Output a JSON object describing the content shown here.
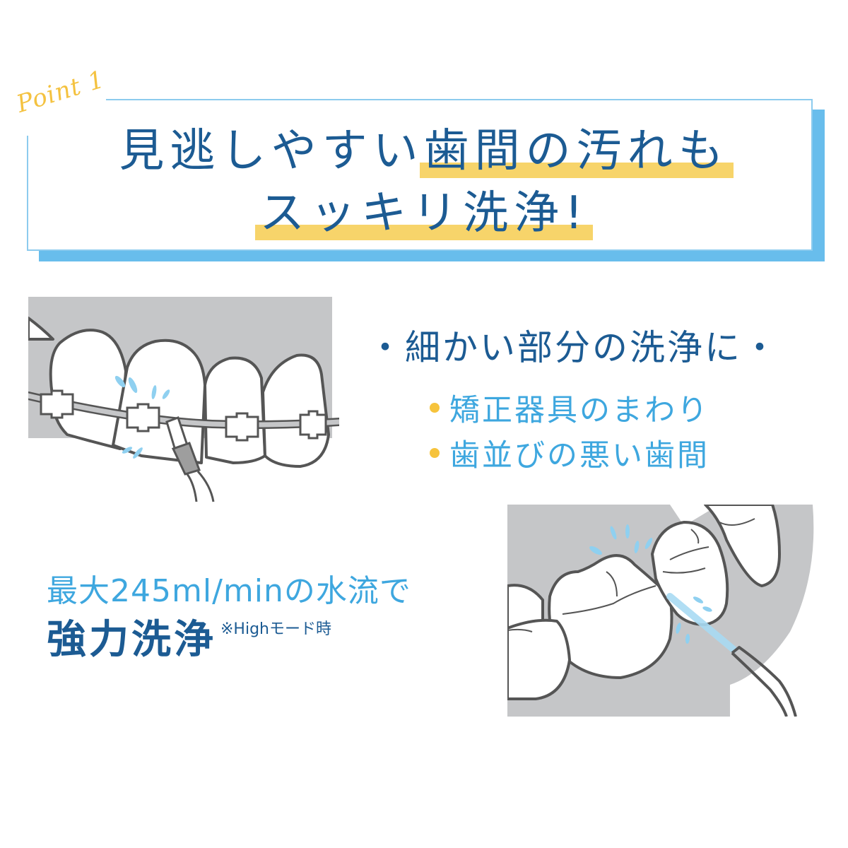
{
  "header": {
    "point_label": "Point 1",
    "headline_line1_plain": "見逃しやすい",
    "headline_line1_highlight": "歯間の汚れも",
    "headline_line2_highlight": "スッキリ洗浄!"
  },
  "features": {
    "heading": "・細かい部分の洗浄に・",
    "items": [
      {
        "label": "矯正器具のまわり"
      },
      {
        "label": "歯並びの悪い歯間"
      }
    ]
  },
  "spec": {
    "flow_text": "最大245ml/minの水流で",
    "strong_text": "強力洗浄",
    "note": "※Highモード時"
  },
  "illustrations": {
    "braces": "braces-teeth-water-jet",
    "molars": "molars-water-jet"
  },
  "colors": {
    "dark_blue": "#1c5b93",
    "light_blue": "#3ea7df",
    "frame_blue": "#68bdec",
    "highlight_yellow": "#f7d46a",
    "accent_yellow": "#f4c240",
    "gum_gray": "#c5c6c8",
    "outline_gray": "#555555",
    "water_blue": "#8fd0f0"
  }
}
